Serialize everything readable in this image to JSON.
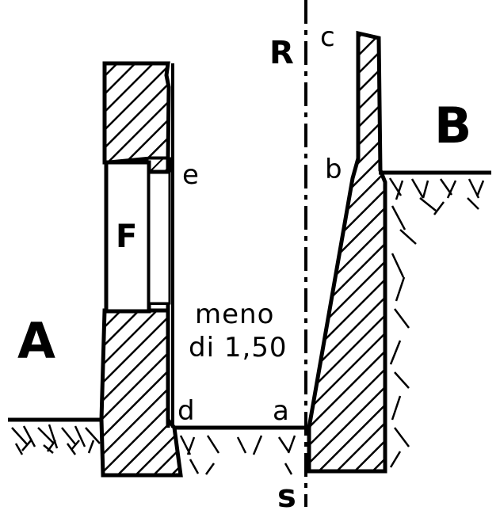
{
  "labels": {
    "region_left": "A",
    "region_right": "B",
    "element_f": "F",
    "point_a": "a",
    "point_b": "b",
    "point_c": "c",
    "point_d": "d",
    "point_e": "e",
    "axis_top": "R",
    "axis_bottom": "s"
  },
  "annotation": {
    "line1": "meno",
    "line2": "di 1,50"
  },
  "colors": {
    "ink": "#000000",
    "paper": "#ffffff"
  }
}
